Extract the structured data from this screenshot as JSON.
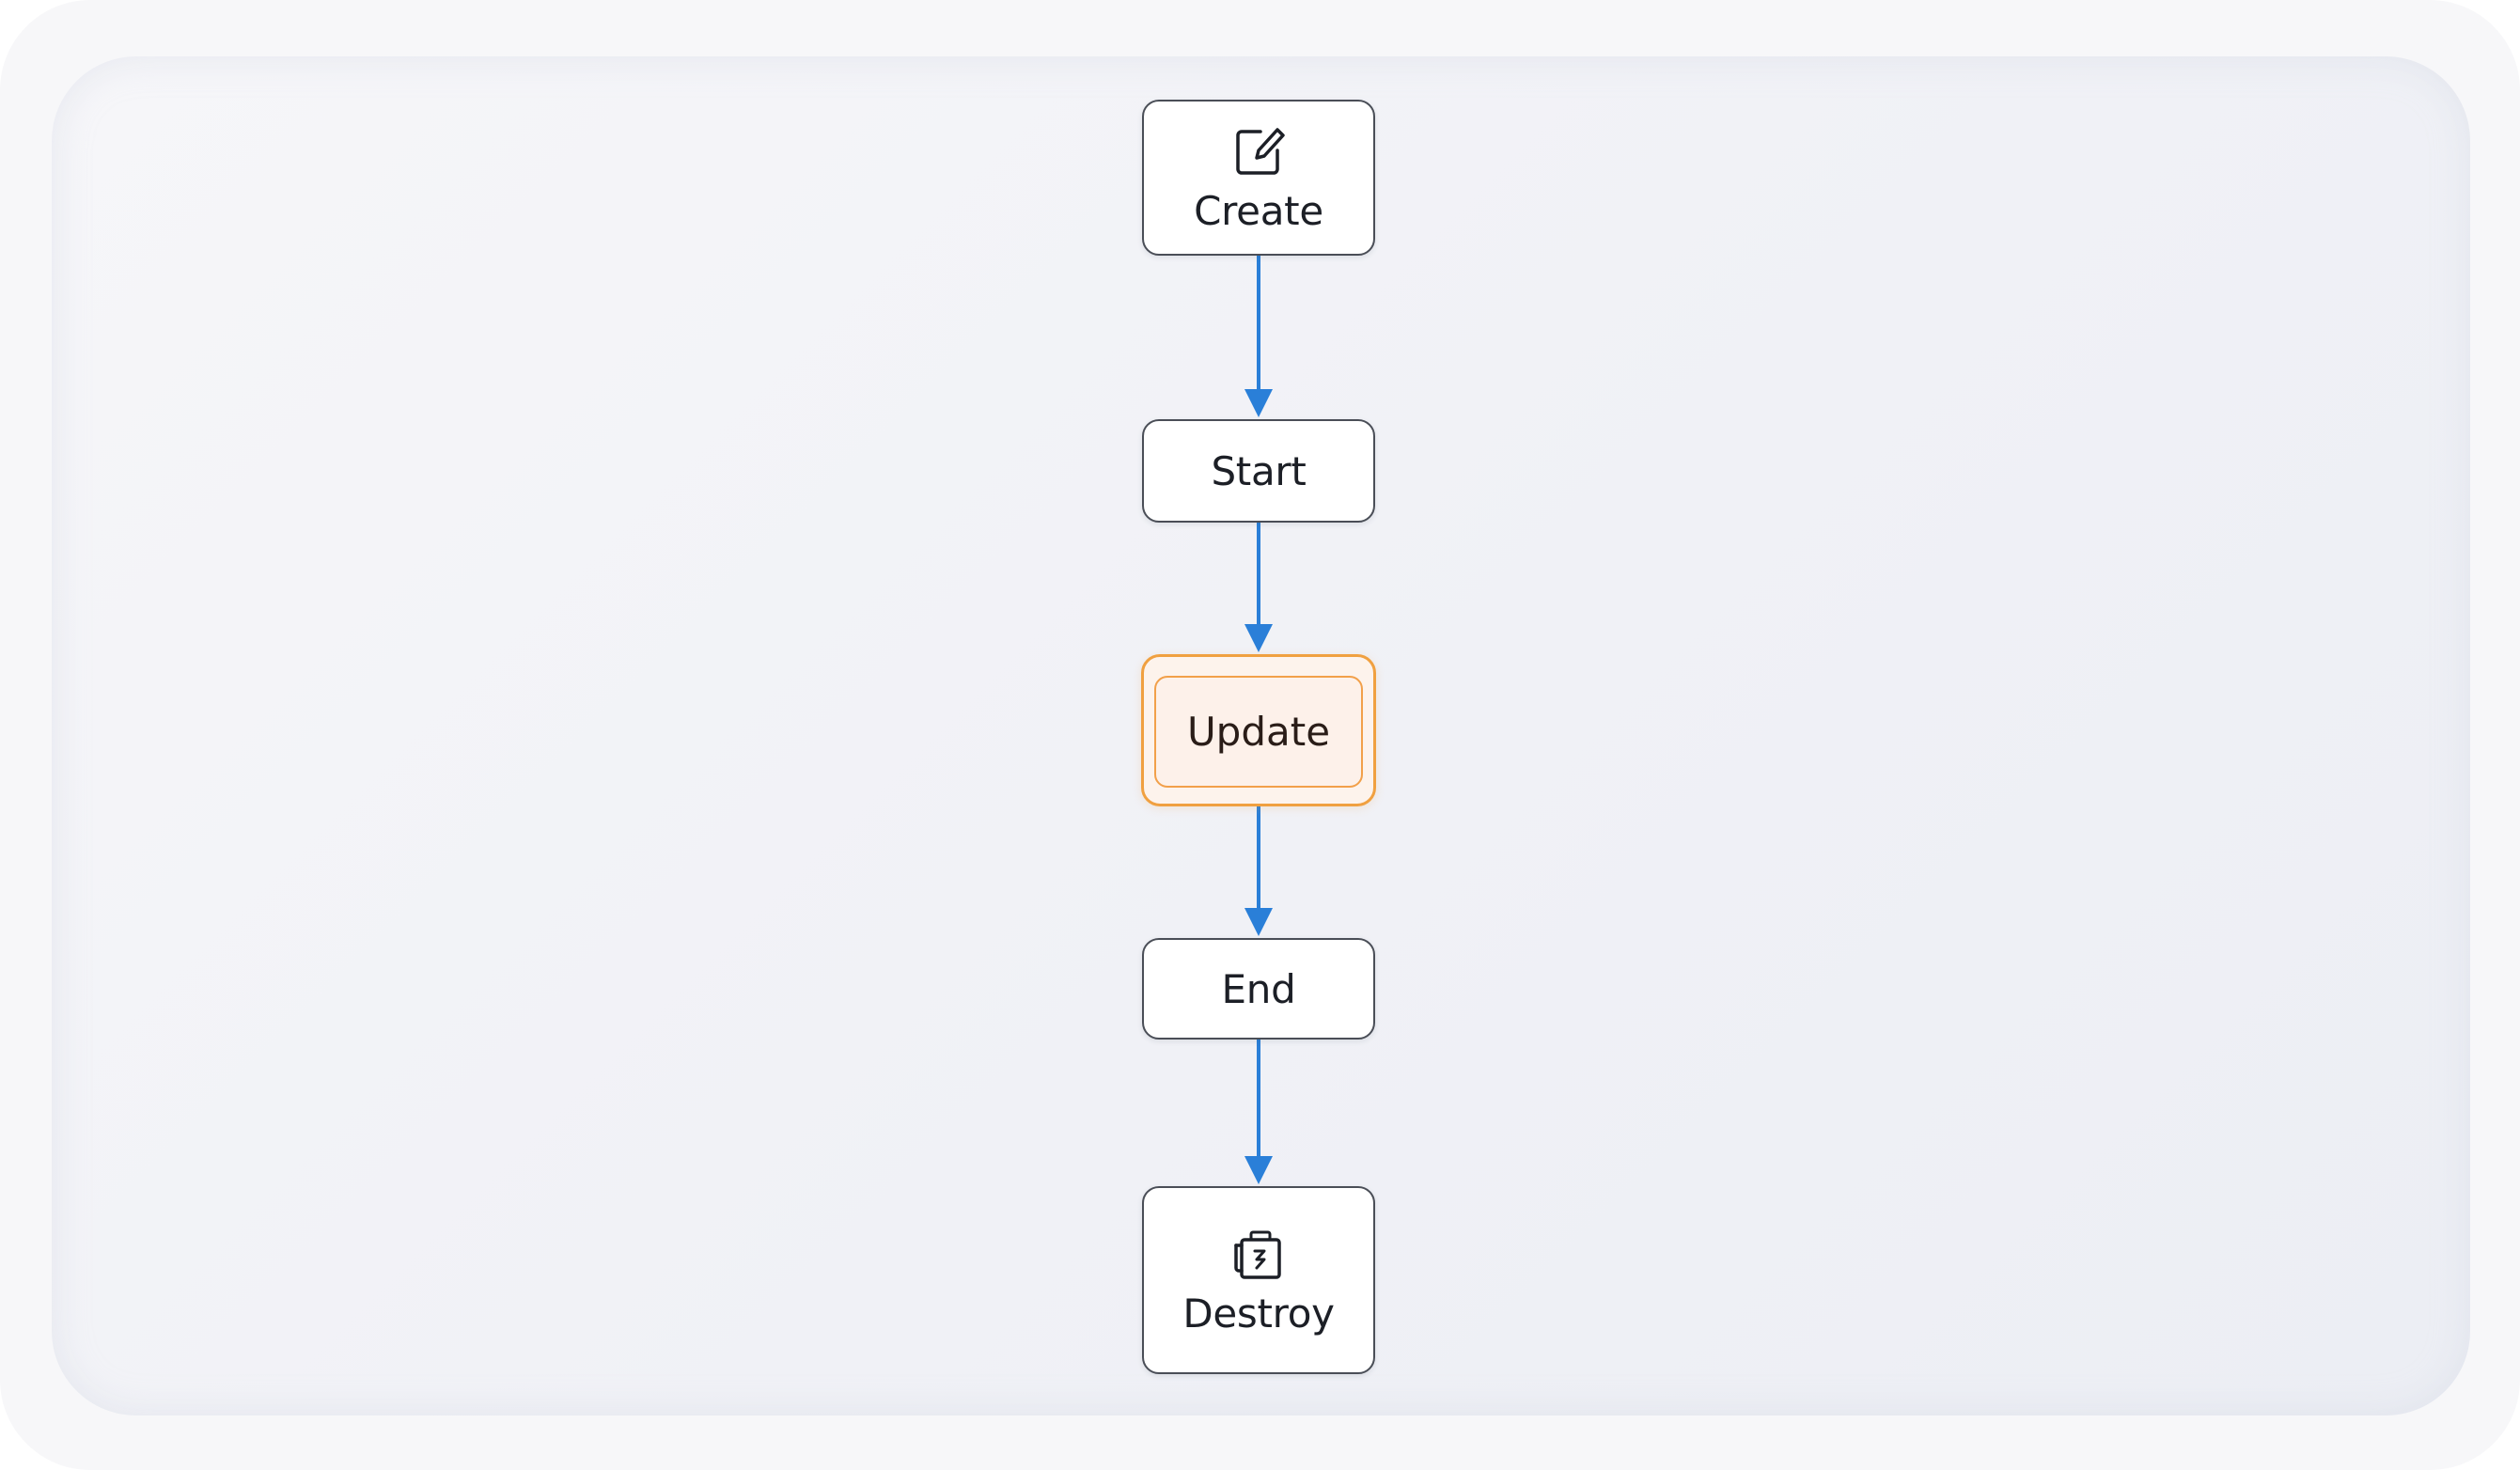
{
  "diagram": {
    "nodes": [
      {
        "id": "create",
        "label": "Create",
        "icon": "edit-square-icon"
      },
      {
        "id": "start",
        "label": "Start"
      },
      {
        "id": "update",
        "label": "Update",
        "highlighted": true
      },
      {
        "id": "end",
        "label": "End"
      },
      {
        "id": "destroy",
        "label": "Destroy",
        "icon": "trash-bin-icon"
      }
    ],
    "edges": [
      {
        "from": "create",
        "to": "start"
      },
      {
        "from": "start",
        "to": "update"
      },
      {
        "from": "update",
        "to": "end"
      },
      {
        "from": "end",
        "to": "destroy"
      }
    ]
  },
  "colors": {
    "edge": "#2a7fd8",
    "node_border": "#4a4e57",
    "highlight_border": "#f0a040",
    "highlight_fill": "#fdf3ec"
  }
}
